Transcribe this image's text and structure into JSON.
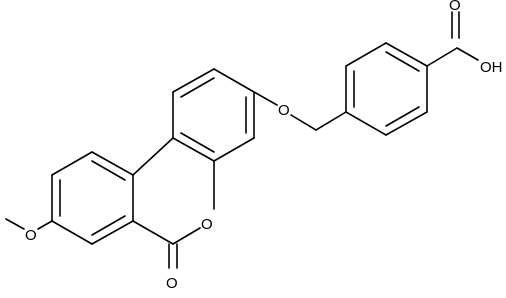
{
  "diagram": {
    "type": "chemical-structure",
    "atom_labels": {
      "carbonyl_oxygen_top": "O",
      "hydroxyl": "OH",
      "ether_oxygen": "O",
      "methoxy_oxygen": "O",
      "ring_oxygen": "O",
      "lactone_carbonyl_oxygen": "O"
    }
  }
}
